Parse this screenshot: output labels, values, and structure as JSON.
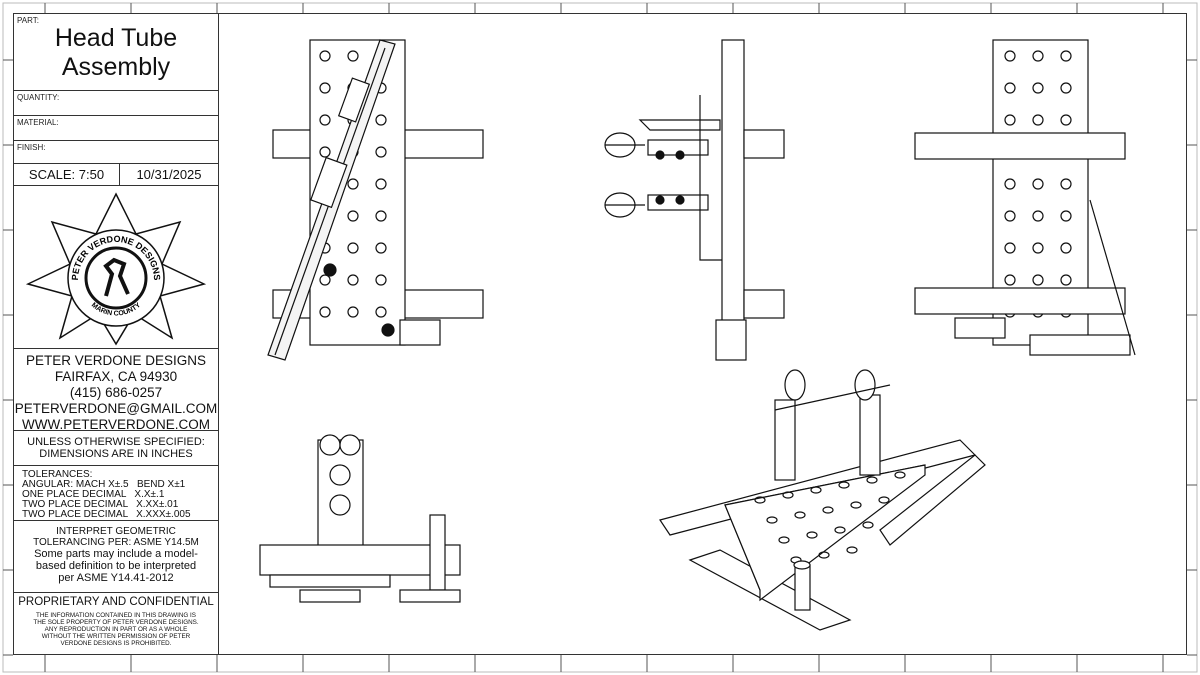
{
  "title_block": {
    "part_label": "PART:",
    "part_name_line1": "Head Tube",
    "part_name_line2": "Assembly",
    "quantity_label": "QUANTITY:",
    "material_label": "MATERIAL:",
    "finish_label": "FINISH:",
    "scale": "SCALE: 7:50",
    "date": "10/31/2025",
    "logo": {
      "top_text": "PETER VERDONE DESIGNS",
      "bottom_text": "MARIN COUNTY"
    },
    "company": {
      "name": "PETER VERDONE DESIGNS",
      "city": "FAIRFAX, CA 94930",
      "phone": "(415) 686-0257",
      "email": "PETERVERDONE@GMAIL.COM",
      "website": "WWW.PETERVERDONE.COM"
    },
    "units_line1": "UNLESS OTHERWISE SPECIFIED:",
    "units_line2": "DIMENSIONS ARE IN INCHES",
    "tolerances": [
      "TOLERANCES:",
      "ANGULAR: MACH X±.5   BEND X±1",
      "ONE PLACE DECIMAL   X.X±.1",
      "TWO PLACE DECIMAL   X.XX±.01",
      "TWO PLACE DECIMAL   X.XXX±.005"
    ],
    "gdt": [
      "INTERPRET GEOMETRIC",
      "TOLERANCING PER: ASME Y14.5M",
      "Some parts may include a model-",
      "based definition to be interpreted",
      "per ASME Y14.41-2012"
    ],
    "proprietary_title": "PROPRIETARY AND CONFIDENTIAL",
    "proprietary_text": [
      "THE INFORMATION CONTAINED IN THIS DRAWING IS",
      "THE SOLE PROPERTY OF PETER VERDONE DESIGNS.",
      "ANY  REPRODUCTION IN PART OR AS A WHOLE",
      "WITHOUT THE WRITTEN PERMISSION OF PETER",
      "VERDONE DESIGNS IS PROHIBITED."
    ]
  },
  "views": [
    "front-view",
    "side-view",
    "rear-view",
    "end-view",
    "isometric-view"
  ]
}
